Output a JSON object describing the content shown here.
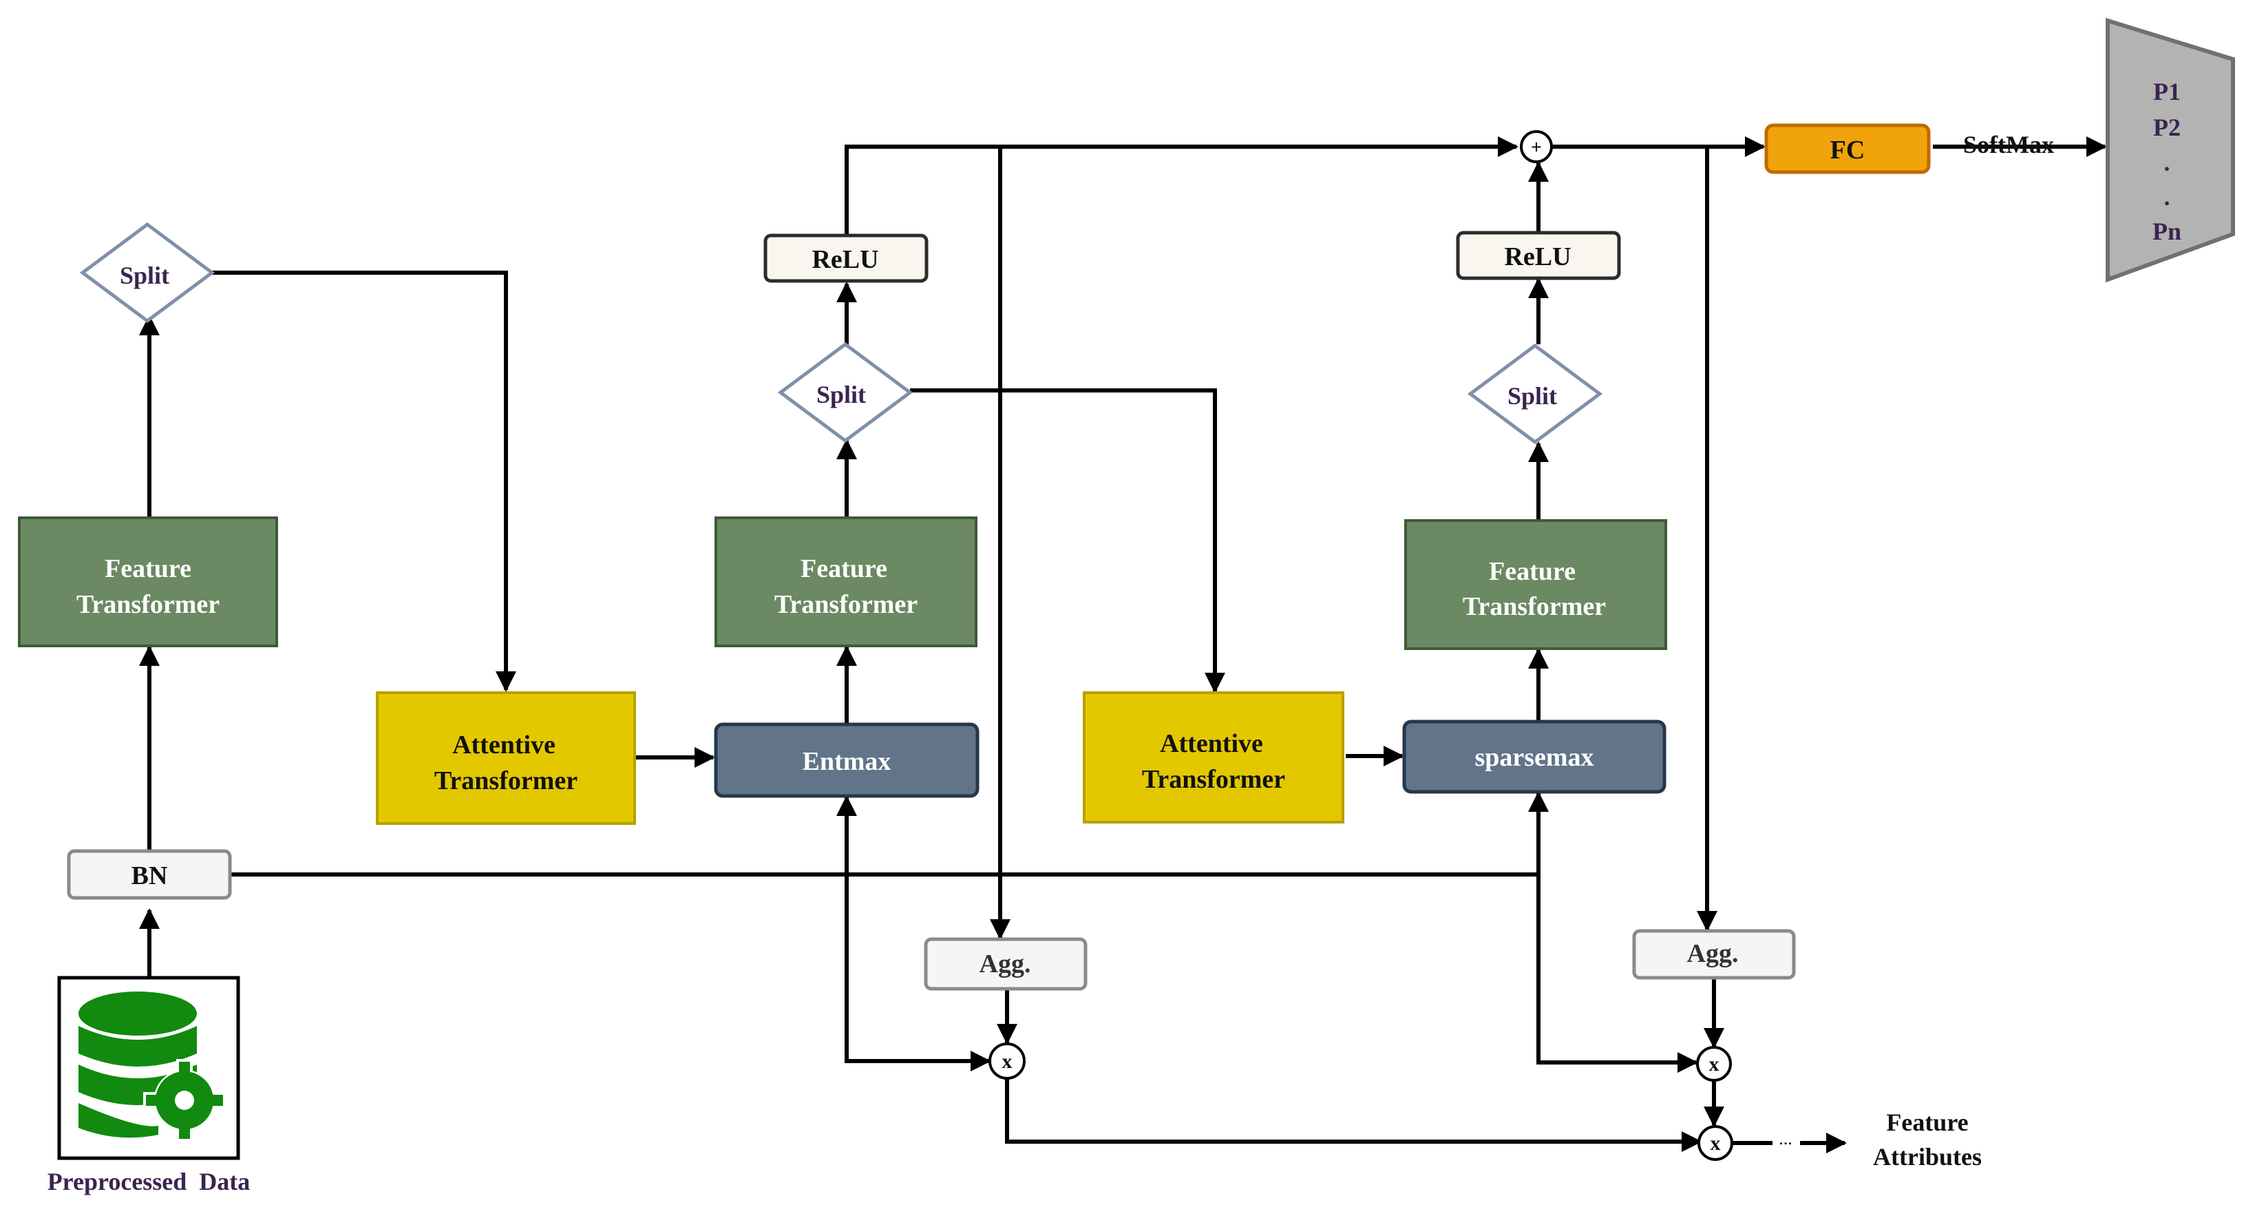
{
  "nodes": {
    "split_1": "Split",
    "feature_transformer_1": [
      "Feature",
      "Transformer"
    ],
    "bn": "BN",
    "data_source": "Preprocessed  Data",
    "attentive_transformer_1": [
      "Attentive",
      "Transformer"
    ],
    "entmax": "Entmax",
    "feature_transformer_2": [
      "Feature",
      "Transformer"
    ],
    "split_2": "Split",
    "relu_1": "ReLU",
    "agg_1": "Agg.",
    "multiply_1": "x",
    "attentive_transformer_2": [
      "Attentive",
      "Transformer"
    ],
    "sparsemax": "sparsemax",
    "feature_transformer_3": [
      "Feature",
      "Transformer"
    ],
    "split_3": "Split",
    "relu_2": "ReLU",
    "sum": "+",
    "fc": "FC",
    "softmax": "SoftMax",
    "output": [
      "P1",
      "P2",
      ".",
      ".",
      "Pn"
    ],
    "agg_2": "Agg.",
    "multiply_2": "x",
    "multiply_3": "x",
    "ellipsis": "...",
    "feature_attributes": [
      "Feature",
      "Attributes"
    ]
  },
  "colors": {
    "feature_transformer": "#6b8962",
    "attentive_transformer": "#e3c800",
    "mask_block": "#617489",
    "fc": "#f0a30a",
    "split_border": "#8090a8",
    "output_fill": "#b3b3b3",
    "database_icon": "#118a0f"
  },
  "icons": {
    "data_source": "database-gear-icon"
  }
}
